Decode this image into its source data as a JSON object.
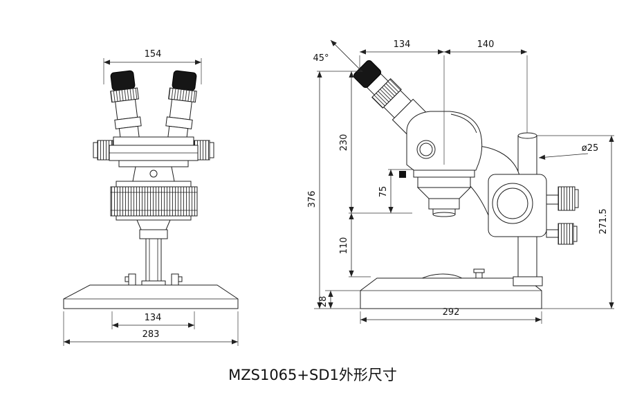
{
  "title": "MZS1065+SD1外形尺寸",
  "front_view": {
    "dims": {
      "head_width": "154",
      "body_width": "134",
      "base_width": "283"
    }
  },
  "side_view": {
    "dims": {
      "eyepiece_angle": "45°",
      "head_depth": "134",
      "arm_extension": "140",
      "upper_height": "230",
      "focus_height": "75",
      "lower_clearance": "110",
      "total_height": "376",
      "base_edge_height": "28",
      "pole_diameter": "ø25",
      "pole_height": "271.5",
      "base_depth": "292"
    }
  },
  "colors": {
    "line": "#1c1c1c",
    "dark_fill": "#161616",
    "background": "#ffffff"
  }
}
